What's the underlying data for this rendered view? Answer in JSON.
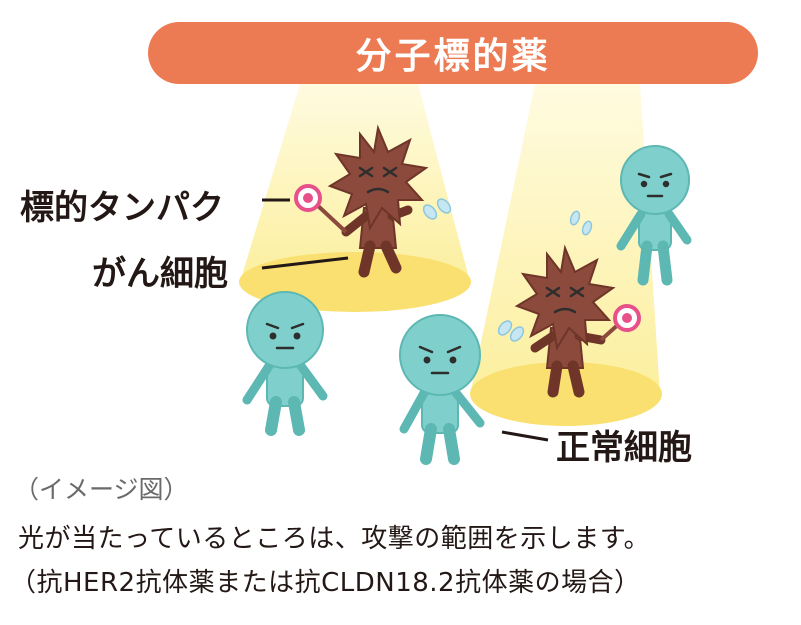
{
  "title": "分子標的薬",
  "labels": {
    "target_protein": "標的タンパク",
    "cancer_cell": "がん細胞",
    "normal_cell": "正常細胞"
  },
  "caption": "（イメージ図）",
  "description": {
    "line1": "光が当たっているところは、攻撃の範囲を示します。",
    "line2": "（抗HER2抗体薬または抗CLDN18.2抗体薬の場合）"
  },
  "colors": {
    "banner": "#ec7b54",
    "spotlight": "#fcefa6",
    "cancer_cell": "#8b4a3c",
    "normal_cell": "#7fd0cc",
    "target_protein": "#e8508a"
  }
}
